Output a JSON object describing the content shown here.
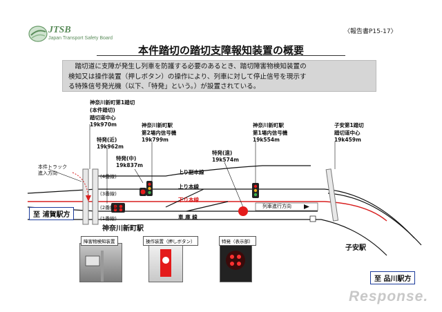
{
  "header": {
    "logo_text": "JTSB",
    "logo_subtitle": "Japan Transport Safety Board",
    "report_ref": "〈報告書P15-17〉"
  },
  "title": "本件踏切の踏切支障報知装置の概要",
  "summary": {
    "lines": [
      "　踏切道に支障が発生し列車を防護する必要のあるとき、踏切障害物検知装置の",
      "検知又は操作装置（押しボタン）の操作により、列車に対して停止信号を現示す",
      "る特殊信号発光機（以下、「特発」という。）が設置されている。"
    ]
  },
  "diagram": {
    "labels": {
      "crossing_main": [
        "神奈川新町第1踏切",
        "(本件踏切)",
        "踏切道中心",
        "19k970m"
      ],
      "tokuhatsu_near": [
        "特発(近)",
        "19k962m"
      ],
      "tokuhatsu_mid": [
        "特発(中)",
        "19k837m"
      ],
      "signal_2": [
        "神奈川新町駅",
        "第2場内信号機",
        "19k799m"
      ],
      "tokuhatsu_far": [
        "特発(遠)",
        "19k574m"
      ],
      "signal_1": [
        "神奈川新町駅",
        "第1場内信号機",
        "19k554m"
      ],
      "crossing_koyasu": [
        "子安第1踏切",
        "踏切道中心",
        "19k459m"
      ],
      "truck_entry": [
        "本件トラック",
        "進入方向"
      ]
    },
    "tracks": {
      "up_sub": "上り副本線",
      "up_main": "上り本線",
      "down_main": "下り本線",
      "depot": "車 庫 線",
      "no4": "(4番線)",
      "no3": "(3番線)",
      "no2": "(2番線)",
      "no1": "(1番線)"
    },
    "direction": "列車進行方向",
    "dest_left": "至 浦賀駅方",
    "dest_right": "至 品川駅方",
    "station_main": "神奈川新町駅",
    "station_koyasu": "子安駅",
    "photos": {
      "detector": "障害物検知装置",
      "button": "操作装置（押しボタン）",
      "display": "特発（表示部）"
    },
    "colors": {
      "down_main": "#d81e1e",
      "signal_red": "#e41b1b",
      "dest_border": "#1a3a9a"
    }
  },
  "watermark": "Response."
}
